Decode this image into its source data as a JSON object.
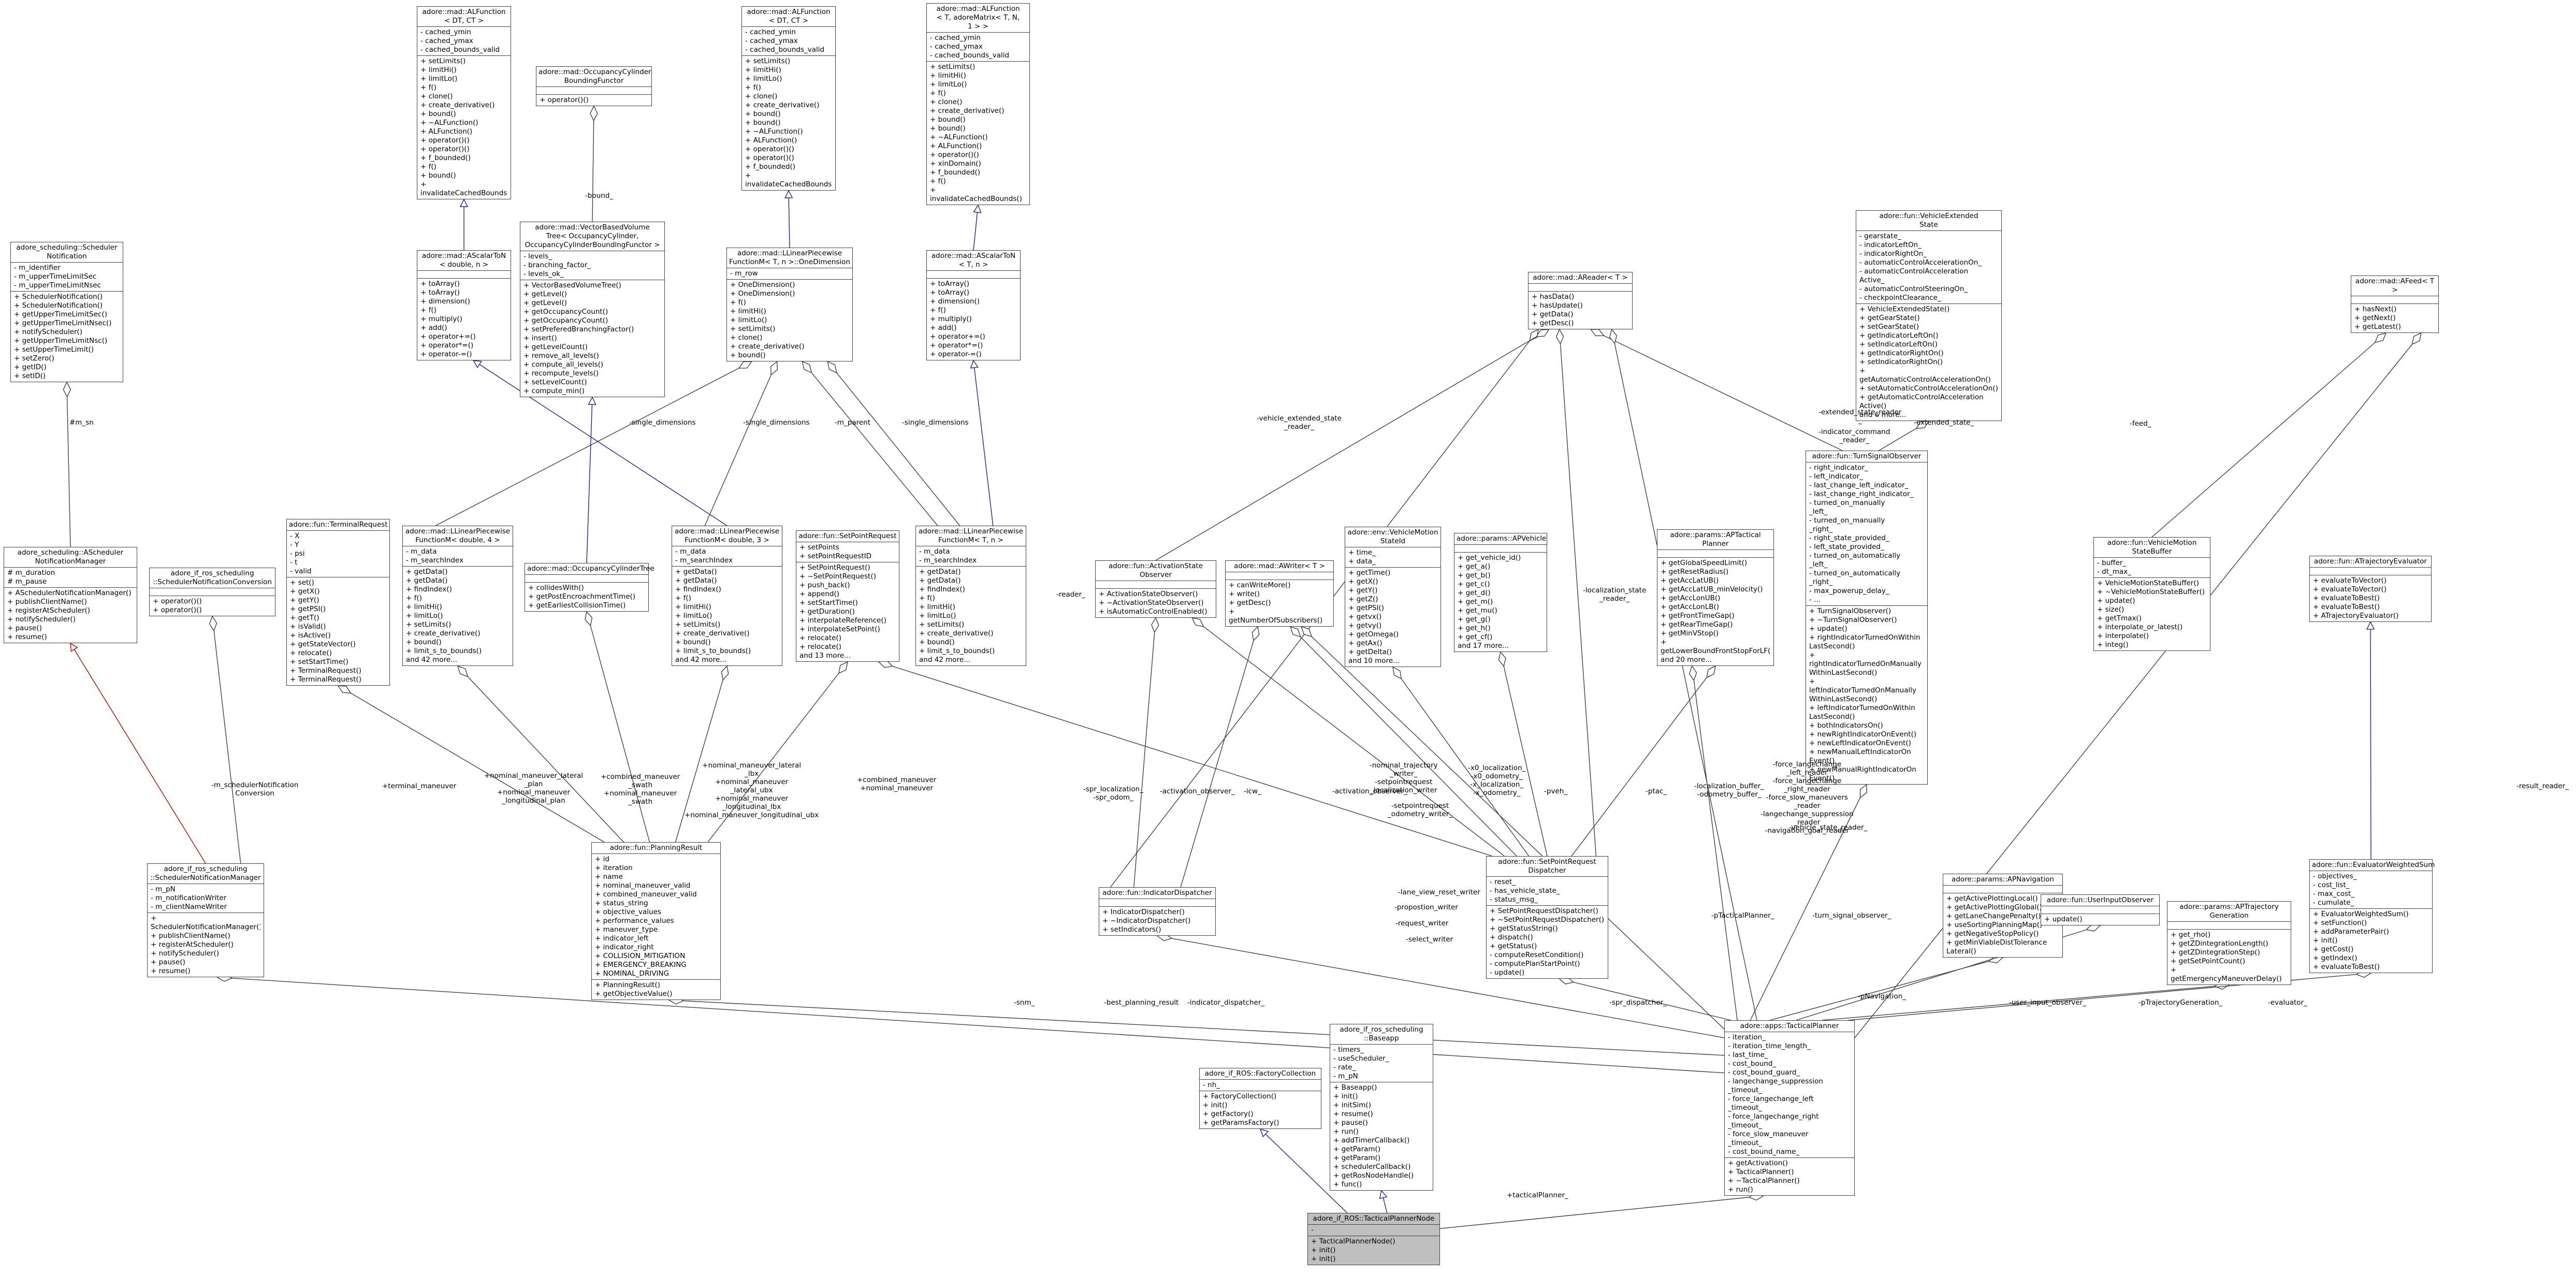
{
  "colors": {
    "edge": "#404040",
    "inheritance": "#1f1f9a",
    "template": "#c00000",
    "focus_fill": "#bfbfbf"
  },
  "classes": {
    "alfunction_ct": {
      "name": "adore::mad::ALFunction\n< DT, CT >",
      "attributes": [
        "- cached_ymin",
        "- cached_ymax",
        "- cached_bounds_valid"
      ],
      "methods": [
        "+ setLimits()",
        "+ limitHi()",
        "+ limitLo()",
        "+ f()",
        "+ clone()",
        "+ create_derivative()",
        "+ bound()",
        "+ ~ALFunction()",
        "+ ALFunction()",
        "+ operator()()",
        "+ operator()()",
        "+ f_bounded()",
        "+ f()",
        "+ bound()",
        "+ invalidateCachedBounds()"
      ]
    },
    "occupancy_functor": {
      "name": "adore::mad::OccupancyCylinder\nBoundingFunctor",
      "attributes": [],
      "methods": [
        "+ operator()()"
      ]
    },
    "alfunction_dt": {
      "name": "adore::mad::ALFunction\n< DT, CT >",
      "attributes": [
        "- cached_ymin",
        "- cached_ymax",
        "- cached_bounds_valid"
      ],
      "methods": [
        "+ setLimits()",
        "+ limitHi()",
        "+ limitLo()",
        "+ f()",
        "+ clone()",
        "+ create_derivative()",
        "+ bound()",
        "+ bound()",
        "+ ~ALFunction()",
        "+ ALFunction()",
        "+ operator()()",
        "+ operator()()",
        "+ f_bounded()",
        "+ invalidateCachedBounds()"
      ]
    },
    "alfunction_matrix": {
      "name": "adore::mad::ALFunction\n< T, adoreMatrix< T, N,\n 1 > >",
      "attributes": [
        "- cached_ymin",
        "- cached_ymax",
        "- cached_bounds_valid"
      ],
      "methods": [
        "+ setLimits()",
        "+ limitHi()",
        "+ limitLo()",
        "+ f()",
        "+ clone()",
        "+ create_derivative()",
        "+ bound()",
        "+ bound()",
        "+ ~ALFunction()",
        "+ ALFunction()",
        "+ operator()()",
        "+ xinDomain()",
        "+ f_bounded()",
        "+ f()",
        "+ invalidateCachedBounds()"
      ]
    },
    "scheduler_notification": {
      "name": "adore_scheduling::Scheduler\nNotification",
      "attributes": [
        "- m_identifier",
        "- m_upperTimeLimitSec",
        "- m_upperTimeLimitNsec"
      ],
      "methods": [
        "+ SchedulerNotification()",
        "+ SchedulerNotification()",
        "+ getUpperTimeLimitSec()",
        "+ getUpperTimeLimitNsec()",
        "+ notifyScheduler()",
        "+ getUpperTimeLimitNsc()",
        "+ setUpperTimeLimit()",
        "+ setZero()",
        "+ getID()",
        "+ setID()"
      ]
    },
    "ascalartoN_double": {
      "name": "adore::mad::AScalarToN\n< double, n >",
      "attributes": [],
      "methods": [
        "+ toArray()",
        "+ toArray()",
        "+ dimension()",
        "+ f()",
        "+ multiply()",
        "+ add()",
        "+ operator+=()",
        "+ operator*=()",
        "+ operator-=()"
      ]
    },
    "vbvt": {
      "name": "adore::mad::VectorBasedVolume\nTree< OccupancyCylinder,\n OccupancyCylinderBoundingFunctor >",
      "attributes": [
        "- levels_",
        "- branching_factor_",
        "- levels_ok_"
      ],
      "methods": [
        "+ VectorBasedVolumeTree()",
        "+ getLevel()",
        "+ getLevel()",
        "+ getOccupancyCount()",
        "+ getOccupancyCount()",
        "+ setPreferedBranchingFactor()",
        "+ insert()",
        "+ getLevelCount()",
        "+ remove_all_levels()",
        "+ compute_all_levels()",
        "+ recompute_levels()",
        "+ setLevelCount()",
        "+ compute_min()"
      ]
    },
    "llinear_onedim": {
      "name": "adore::mad::LLinearPiecewise\nFunctionM< T, n >::OneDimension",
      "attributes": [
        "- m_row"
      ],
      "methods": [
        "+ OneDimension()",
        "+ OneDimension()",
        "+ f()",
        "+ limitHi()",
        "+ limitLo()",
        "+ setLimits()",
        "+ clone()",
        "+ create_derivative()",
        "+ bound()"
      ]
    },
    "ascalartoN_T": {
      "name": "adore::mad::AScalarToN\n< T, n >",
      "attributes": [],
      "methods": [
        "+ toArray()",
        "+ toArray()",
        "+ dimension()",
        "+ f()",
        "+ multiply()",
        "+ add()",
        "+ operator+=()",
        "+ operator*=()",
        "+ operator-=()"
      ]
    },
    "vehicle_extended_state": {
      "name": "adore::fun::VehicleExtended\nState",
      "attributes": [
        "- gearstate_",
        "- indicatorLeftOn_",
        "- indicatorRightOn_",
        "- automaticControlAccelerationOn_",
        "- automaticControlAcceleration\nActive_",
        "- automaticControlSteeringOn_",
        "- checkpointClearance_"
      ],
      "methods": [
        "+ VehicleExtendedState()",
        "+ getGearState()",
        "+ setGearState()",
        "+ getIndicatorLeftOn()",
        "+ setIndicatorLeftOn()",
        "+ getIndicatorRightOn()",
        "+ setIndicatorRightOn()",
        "+ getAutomaticControlAccelerationOn()",
        "+ setAutomaticControlAccelerationOn()",
        "+ getAutomaticControlAcceleration\nActive()",
        "and 6 more..."
      ]
    },
    "areader": {
      "name": "adore::mad::AReader< T >",
      "attributes": [],
      "methods": [
        "+ hasData()",
        "+ hasUpdate()",
        "+ getData()",
        "+ getDesc()"
      ]
    },
    "afeed": {
      "name": "adore::mad::AFeed< T >",
      "attributes": [],
      "methods": [
        "+ hasNext()",
        "+ getNext()",
        "+ getLatest()"
      ]
    },
    "scheduler_notification_manager": {
      "name": "adore_scheduling::AScheduler\nNotificationManager",
      "attributes": [
        "# m_duration",
        "# m_pause"
      ],
      "methods": [
        "+ ASchedulerNotificationManager()",
        "+ publishClientName()",
        "+ registerAtScheduler()",
        "+ notifyScheduler()",
        "+ pause()",
        "+ resume()"
      ]
    },
    "ros_sched_conversion": {
      "name": "adore_if_ros_scheduling\n::SchedulerNotificationConversion",
      "attributes": [],
      "methods": [
        "+ operator()()",
        "+ operator()()"
      ]
    },
    "terminal_request": {
      "name": "adore::fun::TerminalRequest",
      "attributes": [
        "- X",
        "- Y",
        "- psi",
        "- t",
        "- valid"
      ],
      "methods": [
        "+ set()",
        "+ getX()",
        "+ getY()",
        "+ getPSI()",
        "+ getT()",
        "+ isValid()",
        "+ isActive()",
        "+ getStateVector()",
        "+ relocate()",
        "+ setStartTime()",
        "+ TerminalRequest()",
        "+ TerminalRequest()"
      ]
    },
    "llinear_double4": {
      "name": "adore::mad::LLinearPiecewise\nFunctionM< double, 4 >",
      "attributes": [
        "- m_data",
        "- m_searchIndex"
      ],
      "methods": [
        "+ getData()",
        "+ getData()",
        "+ findIndex()",
        "+ f()",
        "+ limitHi()",
        "+ limitLo()",
        "+ setLimits()",
        "+ create_derivative()",
        "+ bound()",
        "+ limit_s_to_bounds()",
        "and 42 more..."
      ]
    },
    "occupancy_tree": {
      "name": "adore::mad::OccupancyCylinderTree",
      "attributes": [],
      "methods": [
        "+ collidesWith()",
        "+ getPostEncroachmentTime()",
        "+ getEarliestCollisionTime()"
      ]
    },
    "llinear_double3": {
      "name": "adore::mad::LLinearPiecewise\nFunctionM< double, 3 >",
      "attributes": [
        "- m_data",
        "- m_searchIndex"
      ],
      "methods": [
        "+ getData()",
        "+ getData()",
        "+ findIndex()",
        "+ f()",
        "+ limitHi()",
        "+ limitLo()",
        "+ setLimits()",
        "+ create_derivative()",
        "+ bound()",
        "+ limit_s_to_bounds()",
        "and 42 more..."
      ]
    },
    "setpoint_request": {
      "name": "adore::fun::SetPointRequest",
      "attributes": [
        "+ setPoints",
        "+ setPointRequestID"
      ],
      "methods": [
        "+ SetPointRequest()",
        "+ ~SetPointRequest()",
        "+ push_back()",
        "+ append()",
        "+ setStartTime()",
        "+ getDuration()",
        "+ interpolateReference()",
        "+ interpolateSetPoint()",
        "+ relocate()",
        "+ relocate()",
        "and 13 more..."
      ]
    },
    "llinear_Tn": {
      "name": "adore::mad::LLinearPiecewise\nFunctionM< T, n >",
      "attributes": [
        "- m_data",
        "- m_searchIndex"
      ],
      "methods": [
        "+ getData()",
        "+ getData()",
        "+ findIndex()",
        "+ f()",
        "+ limitHi()",
        "+ limitLo()",
        "+ setLimits()",
        "+ create_derivative()",
        "+ bound()",
        "+ limit_s_to_bounds()",
        "and 42 more..."
      ]
    },
    "activation_state_observer": {
      "name": "adore::fun::ActivationState\nObserver",
      "attributes": [],
      "methods": [
        "+ ActivationStateObserver()",
        "+ ~ActivationStateObserver()",
        "+ isAutomaticControlEnabled()"
      ]
    },
    "vehicle_motion_stateid": {
      "name": "adore::env::VehicleMotion\nStateId",
      "attributes": [
        "+ time_",
        "+ data_"
      ],
      "methods": [
        "+ getTime()",
        "+ getX()",
        "+ getY()",
        "+ getZ()",
        "+ getPSI()",
        "+ getvx()",
        "+ getvy()",
        "+ getOmega()",
        "+ getAx()",
        "+ getDelta()",
        "and 10 more..."
      ]
    },
    "params_vehicle": {
      "name": "adore::params::APVehicle",
      "attributes": [],
      "methods": [
        "+ get_vehicle_id()",
        "+ get_a()",
        "+ get_b()",
        "+ get_c()",
        "+ get_d()",
        "+ get_m()",
        "+ get_mu()",
        "+ get_g()",
        "+ get_h()",
        "+ get_cf()",
        "and 17 more..."
      ]
    },
    "params_tactical": {
      "name": "adore::params::APTactical\nPlanner",
      "attributes": [],
      "methods": [
        "+ getGlobalSpeedLimit()",
        "+ getResetRadius()",
        "+ getAccLatUB()",
        "+ getAccLatUB_minVelocity()",
        "+ getAccLonUB()",
        "+ getAccLonLB()",
        "+ getFrontTimeGap()",
        "+ getRearTimeGap()",
        "+ getMinVStop()",
        "+ getLowerBoundFrontStopForLF()",
        "and 20 more..."
      ]
    },
    "turn_signal_observer": {
      "name": "adore::fun::TurnSignalObserver",
      "attributes": [
        "- right_indicator_",
        "- left_indicator_",
        "- last_change_left_indicator_",
        "- last_change_right_indicator_",
        "- turned_on_manually\n_left_",
        "- turned_on_manually\n_right_",
        "- right_state_provided_",
        "- left_state_provided_",
        "- turned_on_automatically\n_left_",
        "- turned_on_automatically\n_right_",
        "- max_powerup_delay_",
        "- ..."
      ],
      "methods": [
        "+ TurnSignalObserver()",
        "+ ~TurnSignalObserver()",
        "+ update()",
        "+ rightIndicatorTurnedOnWithin\nLastSecond()",
        "+ rightIndicatorTurnedOnManually\nWithinLastSecond()",
        "+ leftIndicatorTurnedOnManually\nWithinLastSecond()",
        "+ leftIndicatorTurnedOnWithin\nLastSecond()",
        "+ bothIndicatorsOn()",
        "+ newRightIndicatorOnEvent()",
        "+ newLeftIndicatorOnEvent()",
        "+ newManualLeftIndicatorOn\nEvent()",
        "+ newManualRightIndicatorOn\nEvent()"
      ]
    },
    "vehicle_motion_statebuffer": {
      "name": "adore::fun::VehicleMotion\nStateBuffer",
      "attributes": [
        "- buffer_",
        "- dt_max_"
      ],
      "methods": [
        "+ VehicleMotionStateBuffer()",
        "+ ~VehicleMotionStateBuffer()",
        "+ update()",
        "+ size()",
        "+ getTmax()",
        "+ interpolate_or_latest()",
        "+ interpolate()",
        "+ integ()"
      ]
    },
    "atrajectory_evaluator": {
      "name": "adore::fun::ATrajectoryEvaluator",
      "attributes": [],
      "methods": [
        "+ evaluateToVector()",
        "+ evaluateToVector()",
        "+ evaluateToBest()",
        "+ evaluateToBest()",
        "+ ATrajectoryEvaluator()"
      ]
    },
    "awriter": {
      "name": "adore::mad::AWriter< T >",
      "attributes": [],
      "methods": [
        "+ canWriteMore()",
        "+ write()",
        "+ getDesc()",
        "+ getNumberOfSubscribers()"
      ]
    },
    "ros_sched_manager": {
      "name": "adore_if_ros_scheduling\n::SchedulerNotificationManager",
      "attributes": [
        "- m_pN",
        "- m_notificationWriter",
        "- m_clientNameWriter"
      ],
      "methods": [
        "+ SchedulerNotificationManager()",
        "+ publishClientName()",
        "+ registerAtScheduler()",
        "+ notifyScheduler()",
        "+ pause()",
        "+ resume()"
      ]
    },
    "planning_result": {
      "name": "adore::fun::PlanningResult",
      "attributes": [
        "+ id",
        "+ iteration",
        "+ name",
        "+ nominal_maneuver_valid",
        "+ combined_maneuver_valid",
        "+ status_string",
        "+ objective_values",
        "+ performance_values",
        "+ maneuver_type",
        "+ indicator_left",
        "+ indicator_right",
        "+ COLLISION_MITIGATION",
        "+ EMERGENCY_BREAKING",
        "+ NOMINAL_DRIVING"
      ],
      "methods": [
        "+ PlanningResult()",
        "+ getObjectiveValue()"
      ]
    },
    "indicator_dispatcher": {
      "name": "adore::fun::IndicatorDispatcher",
      "attributes": [],
      "methods": [
        "+ IndicatorDispatcher()",
        "+ ~IndicatorDispatcher()",
        "+ setIndicators()"
      ]
    },
    "setpoint_dispatcher": {
      "name": "adore::fun::SetPointRequest\nDispatcher",
      "attributes": [
        "- reset_",
        "- has_vehicle_state_",
        "- status_msg_"
      ],
      "methods": [
        "+ SetPointRequestDispatcher()",
        "+ ~SetPointRequestDispatcher()",
        "+ getStatusString()",
        "+ dispatch()",
        "+ getStatus()",
        "- computeResetCondition()",
        "- computePlanStartPoint()",
        "- update()"
      ]
    },
    "params_navigation": {
      "name": "adore::params::APNavigation",
      "attributes": [],
      "methods": [
        "+ getActivePlottingLocal()",
        "+ getActivePlottingGlobal()",
        "+ getLaneChangePenalty()",
        "+ useSortingPlanningMap()",
        "+ getNegativeStopPolicy()",
        "+ getMinViableDistTolerance\nLateral()"
      ]
    },
    "user_input_observer": {
      "name": "adore::fun::UserInputObserver",
      "attributes": [],
      "methods": [
        "+ update()"
      ]
    },
    "params_trajectory": {
      "name": "adore::params::APTrajectory\nGeneration",
      "attributes": [],
      "methods": [
        "+ get_rho()",
        "+ getZDintegrationLength()",
        "+ getZDintegrationStep()",
        "+ getSetPointCount()",
        "+ getEmergencyManeuverDelay()"
      ]
    },
    "evaluator_weighted_sum": {
      "name": "adore::fun::EvaluatorWeightedSum",
      "attributes": [
        "- objectives_",
        "- cost_list_",
        "- max_cost_",
        "- cumulate_"
      ],
      "methods": [
        "+ EvaluatorWeightedSum()",
        "+ setFunction()",
        "+ addParameterPair()",
        "+ init()",
        "+ getCost()",
        "+ getIndex()",
        "+ evaluateToBest()"
      ]
    },
    "ros_factory_collection": {
      "name": "adore_if_ROS::FactoryCollection",
      "attributes": [
        "- nh_"
      ],
      "methods": [
        "+ FactoryCollection()",
        "+ init()",
        "+ getFactory()",
        "+ getParamsFactory()"
      ]
    },
    "ros_baseapp": {
      "name": "adore_if_ros_scheduling\n::Baseapp",
      "attributes": [
        "- timers_",
        "- useScheduler_",
        "- rate_",
        "- m_pN"
      ],
      "methods": [
        "+ Baseapp()",
        "+ init()",
        "+ initSim()",
        "+ resume()",
        "+ pause()",
        "+ run()",
        "+ addTimerCallback()",
        "+ getParam()",
        "+ getParam()",
        "+ schedulerCallback()",
        "+ getRosNodeHandle()",
        "+ func()"
      ]
    },
    "tactical_planner": {
      "name": "adore::apps::TacticalPlanner",
      "attributes": [
        "- iteration_",
        "- iteration_time_length_",
        "- last_time_",
        "- cost_bound_",
        "- cost_bound_guard_",
        "- langechange_suppression\n_timeout_",
        "- force_langechange_left\n_timeout_",
        "- force_langechange_right\n_timeout_",
        "- force_slow_maneuver\n_timeout_",
        "- cost_bound_name_"
      ],
      "methods": [
        "+ getActivation()",
        "+ TacticalPlanner()",
        "+ ~TacticalPlanner()",
        "+ run()"
      ]
    },
    "ros_tactical_node": {
      "name": "adore_if_ROS::TacticalPlannerNode",
      "attributes": [
        "- "
      ],
      "methods": [
        "+ TacticalPlannerNode()",
        "+ init()",
        "+ init()"
      ]
    }
  },
  "edge_labels": {
    "bound": "-bound_",
    "m_sn": "#m_sn",
    "single_dim_1": "-single_dimensions",
    "single_dim_2": "-single_dimensions",
    "m_parent": "-m_parent",
    "single_dim_3": "-single_dimensions",
    "veh_ext_reader": "-vehicle_extended_state\n_reader_",
    "ext_state_reader": "-extended_state_reader\n_",
    "ext_state": "-extended_state_",
    "indicator_cmd_reader": "-indicator_command\n_reader_",
    "feed": "-feed_",
    "localization_state_reader": "-localization_state\n_reader_",
    "reader": "-reader_",
    "sched_conv": "-m_schedulerNotification\nConversion",
    "terminal_maneuver": "+terminal_maneuver",
    "nominal_lateral_plan": "+nominal_maneuver_lateral\n_plan\n+nominal_maneuver\n_longitudinal_plan",
    "combined_swath": "+combined_maneuver\n_swath\n+nominal_maneuver\n_swath",
    "nominal_lateral_lbx": "+nominal_maneuver_lateral\n_lbx\n+nominal_maneuver\n_lateral_ubx\n+nominal_maneuver\n_longitudinal_lbx\n+nominal_maneuver_longitudinal_ubx",
    "combined_nominal": "+combined_maneuver\n+nominal_maneuver",
    "spr_localization": "-spr_localization_\n-spr_odom_",
    "activation_observer_1": "-activation_observer_",
    "icw": "-icw_",
    "activation_observer_2": "-activation_observer_",
    "nominal_traj_writer": "-nominal_trajectory\n_writer_\n-setpointrequest\n_localization_writer",
    "setpointrequest_odometry": "-setpointrequest\n_odometry_writer_",
    "x0_localization": "-x0_localization_\n-x0_odometry_\n-x_localization_\n-x_odometry_",
    "pveh": "-pveh_",
    "ptac": "-ptac_",
    "localization_buffer": "-localization_buffer_\n-odometry_buffer_",
    "force_langechange": "-force_langechange\n_left_reader\n-force_langechange\n_right_reader\n-force_slow_maneuvers\n_reader\n-langechange_suppression\n_reader\n-navigation_goal_reader",
    "vehicle_state_reader": "-vehicle_state_reader_",
    "result_reader": "-result_reader_",
    "lane_view_reset_writer": "-lane_view_reset_writer",
    "propostion_writer": "-propostion_writer",
    "request_writer": "-request_writer",
    "select_writer": "-select_writer",
    "snm": "-snm_",
    "best_planning_result": "-best_planning_result",
    "indicator_dispatcher": "-indicator_dispatcher_",
    "spr_dispatcher": "-spr_dispatcher_",
    "pTacticalPlanner": "-pTacticalPlanner_",
    "turn_signal_observer": "-turn_signal_observer_",
    "pNavigation": "-pNavigation_",
    "user_input_observer": "-user_input_observer_",
    "pTrajectoryGeneration": "-pTrajectoryGeneration_",
    "evaluator": "-evaluator_",
    "tacticalPlanner": "+tacticalPlanner_"
  }
}
